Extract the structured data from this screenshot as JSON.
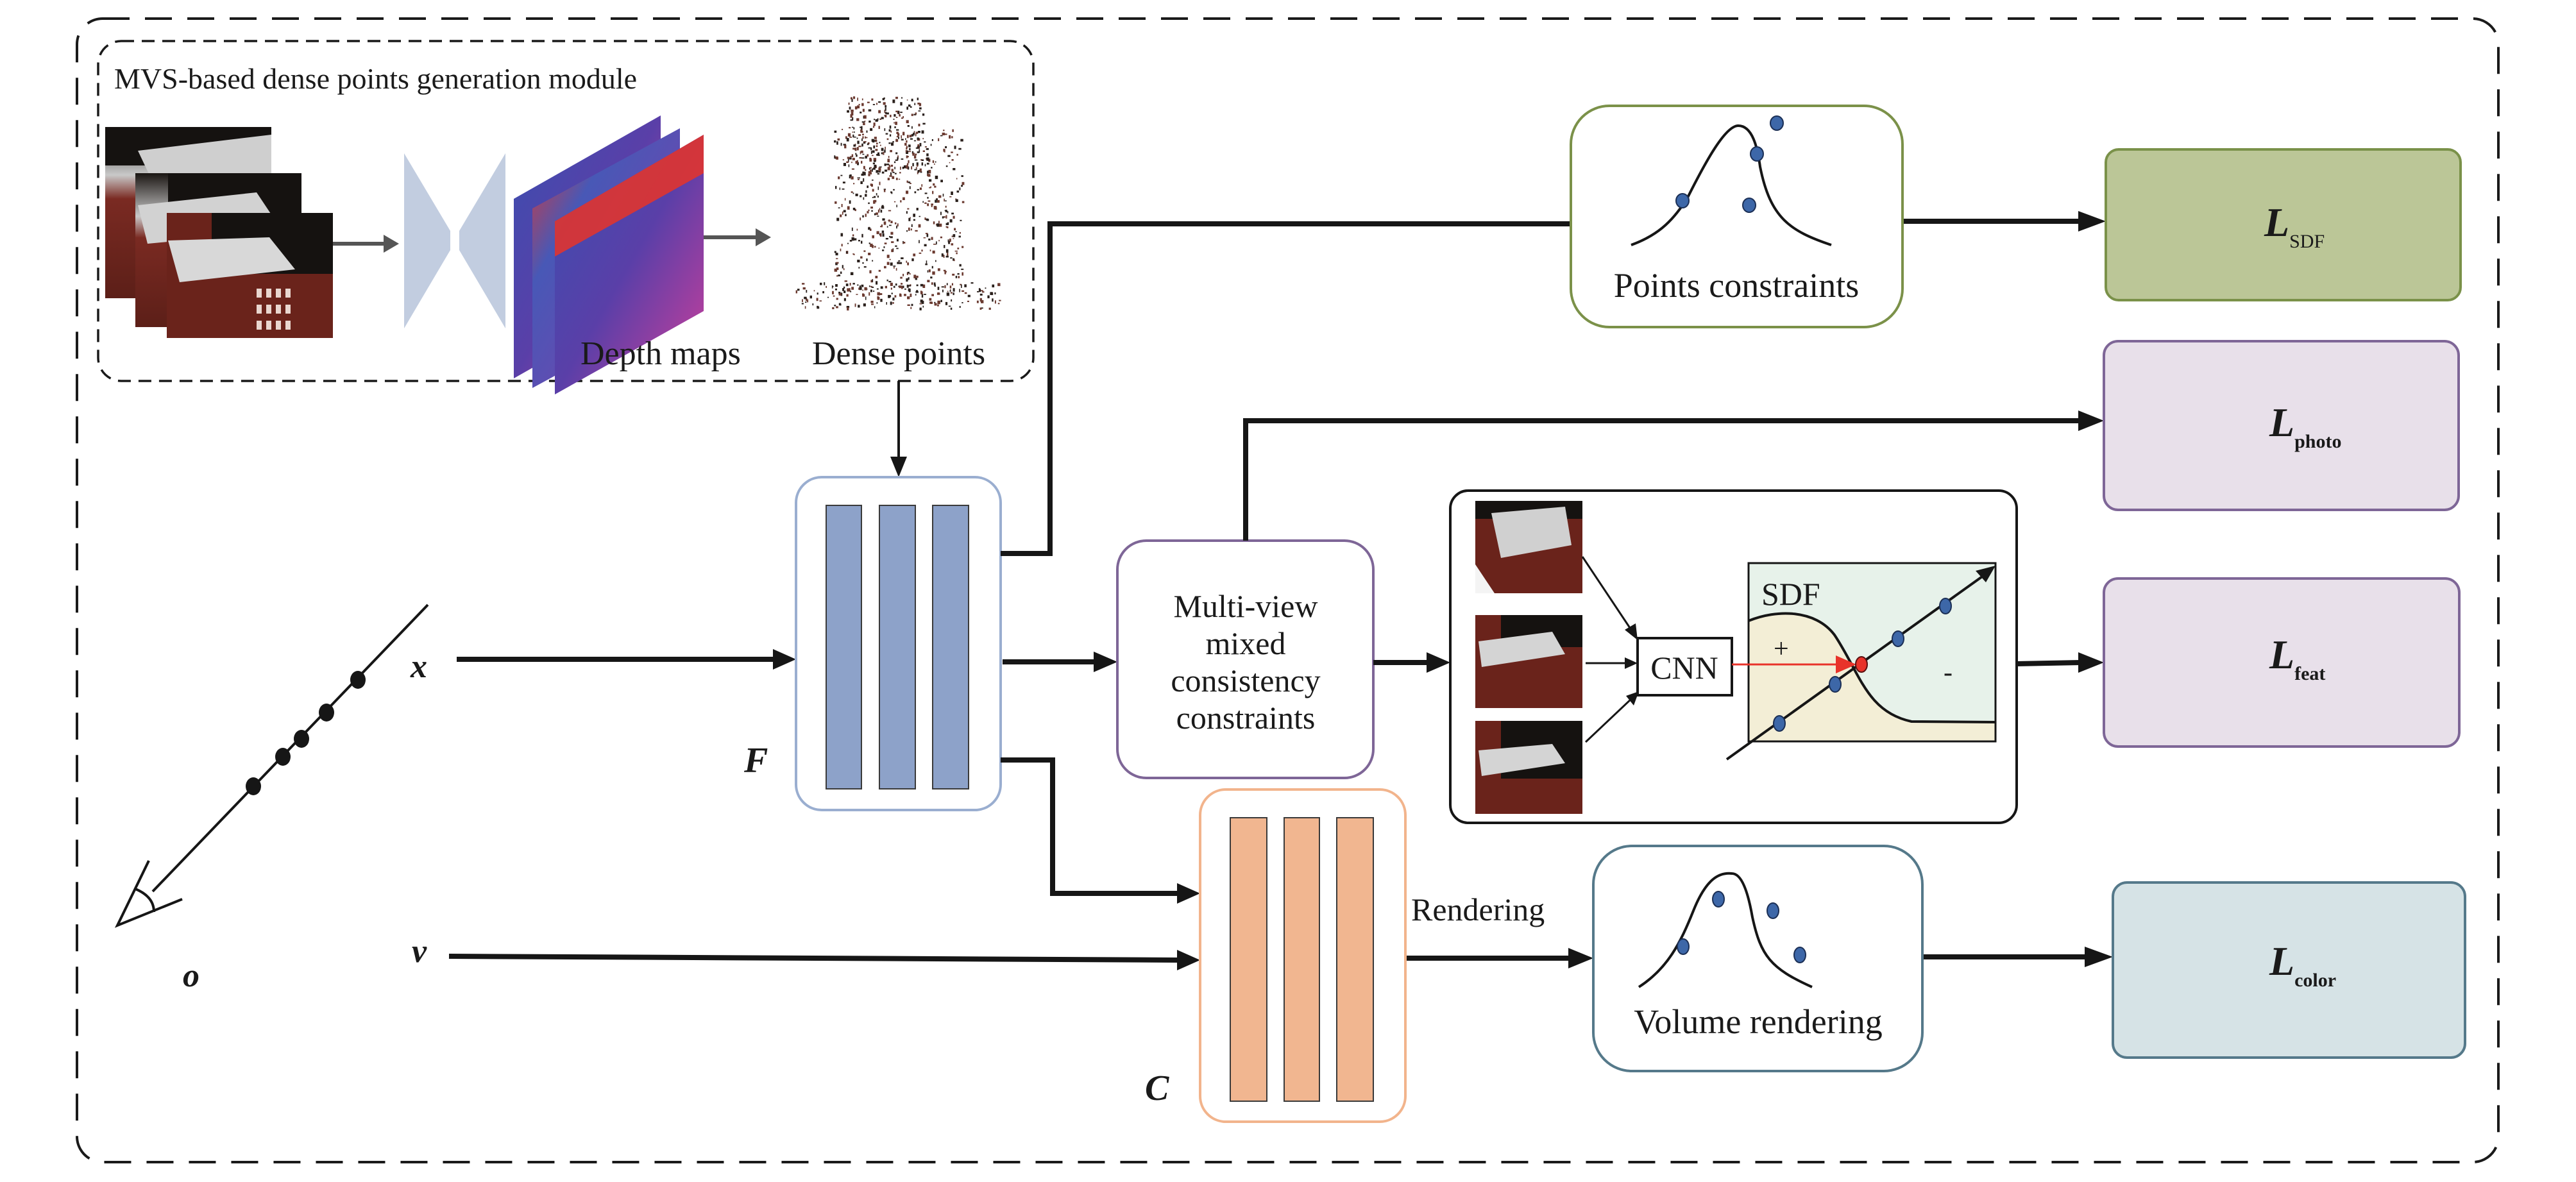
{
  "colors": {
    "sdf_loss_fill": "#bbc697",
    "sdf_loss_border": "#7a9149",
    "photo_feat_fill": "#e8e0ea",
    "photo_feat_border": "#7e6697",
    "color_loss_fill": "#d6e3e6",
    "color_loss_border": "#55798a",
    "f_block_bars": "#8da2c9",
    "f_block_border": "#9aaed0",
    "c_block_bars": "#f1b690",
    "c_block_border": "#f2b48c",
    "points_border": "#7b9149",
    "multiview_border": "#7e6697",
    "volume_border": "#55798a",
    "sample_dot": "#3d67a8",
    "surface_dot": "#e8332a",
    "sdf_positive": "#f3eed6",
    "sdf_negative": "#e7f2ea",
    "encoder": "#c2cde0"
  },
  "mvs_module": {
    "title": "MVS-based dense points generation module",
    "depth_maps_label": "Depth maps",
    "dense_points_label": "Dense points"
  },
  "ray": {
    "x_label": "x",
    "v_label": "v",
    "o_label": "o"
  },
  "networks": {
    "f_label": "F",
    "c_label": "C",
    "rendering_label": "Rendering"
  },
  "modules": {
    "points_constraints": "Points constraints",
    "multiview": [
      "Multi-view",
      "mixed",
      "consistency",
      "constraints"
    ],
    "cnn": "CNN",
    "sdf": "SDF",
    "plus": "+",
    "minus": "-",
    "volume_rendering": "Volume rendering"
  },
  "losses": [
    {
      "main": "L",
      "sub": "SDF"
    },
    {
      "main": "L",
      "sub": "photo"
    },
    {
      "main": "L",
      "sub": "feat"
    },
    {
      "main": "L",
      "sub": "color"
    }
  ]
}
